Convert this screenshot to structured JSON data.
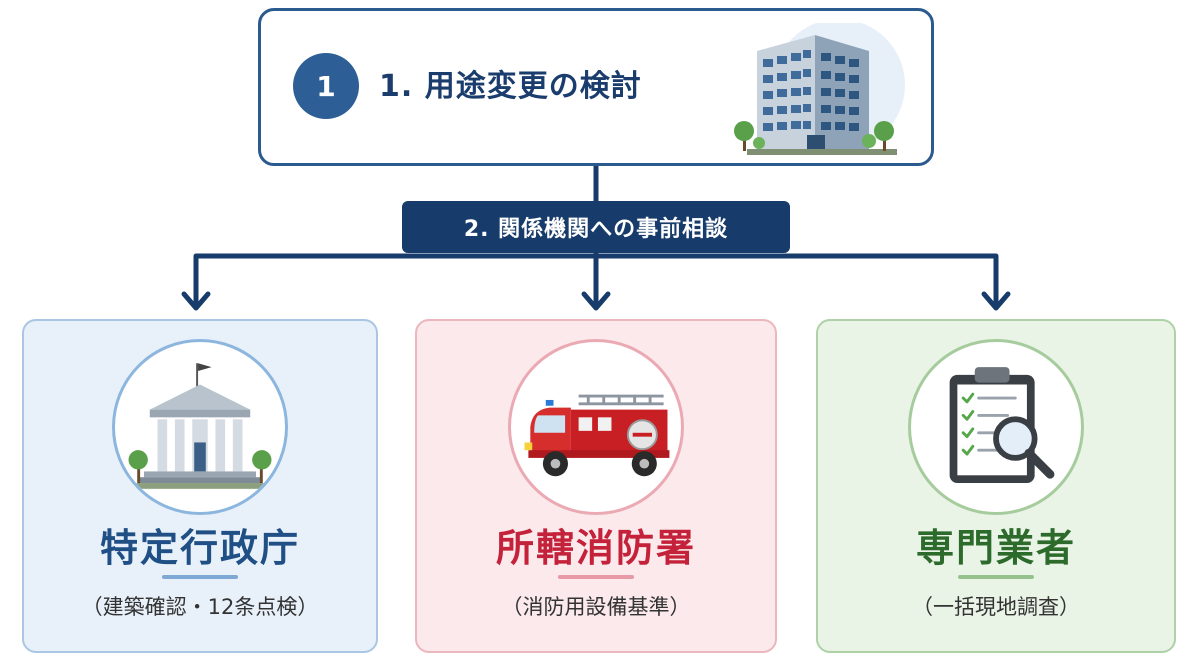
{
  "step1": {
    "number": "1",
    "title": "1. 用途変更の検討",
    "icon": "office-building-icon"
  },
  "step2": {
    "title": "2. 関係機関への事前相談"
  },
  "cards": [
    {
      "title": "特定行政庁",
      "subtitle": "（建築確認・12条点検）",
      "icon": "government-building-icon",
      "accent": "#1f4f85"
    },
    {
      "title": "所轄消防署",
      "subtitle": "（消防用設備基準）",
      "icon": "fire-truck-icon",
      "accent": "#c3223a"
    },
    {
      "title": "専門業者",
      "subtitle": "（一括現地調査）",
      "icon": "clipboard-magnifier-icon",
      "accent": "#2d6b2c"
    }
  ],
  "colors": {
    "navy": "#173b6b",
    "top_border": "#2b5a8e"
  }
}
